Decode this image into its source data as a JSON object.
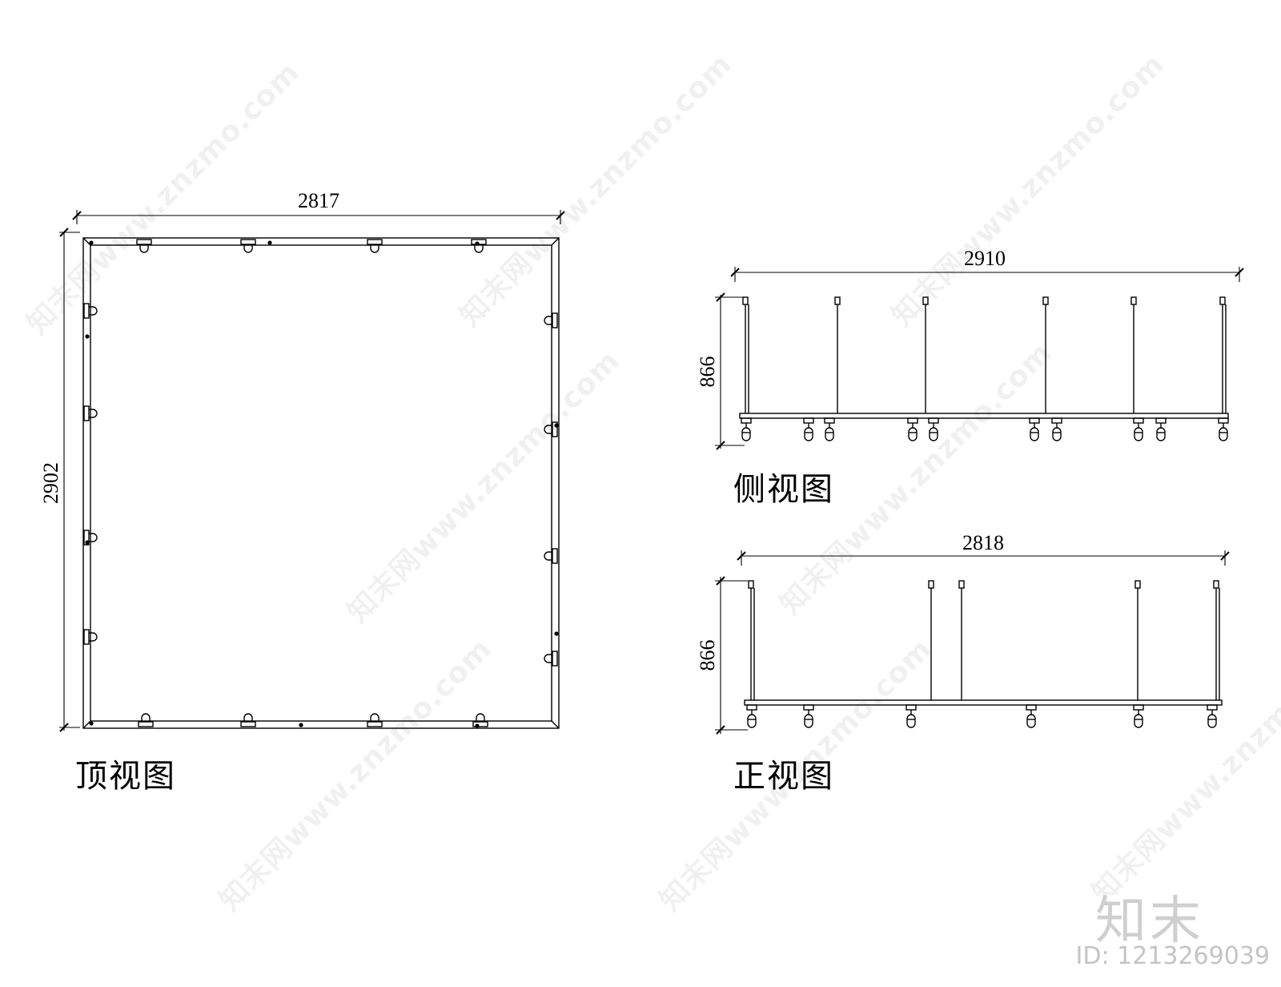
{
  "top_view": {
    "title": "顶视图",
    "width_dim": "2817",
    "height_dim": "2902"
  },
  "side_view": {
    "title": "侧视图",
    "width_dim": "2910",
    "height_dim": "866"
  },
  "front_view": {
    "title": "正视图",
    "width_dim": "2818",
    "height_dim": "866"
  },
  "watermark": {
    "text": "知末网www.znzmo.com",
    "logo": "知末",
    "id": "ID: 1213269039"
  }
}
